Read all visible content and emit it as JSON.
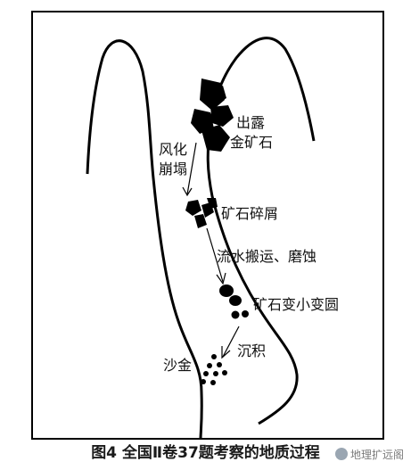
{
  "labels": {
    "exposed_ore_line1": "出露",
    "exposed_ore_line2": "金矿石",
    "weathering_line1": "风化",
    "weathering_line2": "崩塌",
    "ore_fragments": "矿石碎屑",
    "water_transport": "流水搬运、磨蚀",
    "ore_smaller_rounder": "矿石变小变圆",
    "deposition": "沉积",
    "placer_gold": "沙金"
  },
  "caption": "图4  全国Ⅱ卷37题考察的地质过程",
  "watermark": {
    "text": "地理扩远阁",
    "icon": "wechat-logo-icon"
  },
  "colors": {
    "ink": "#000000",
    "background": "#ffffff"
  }
}
